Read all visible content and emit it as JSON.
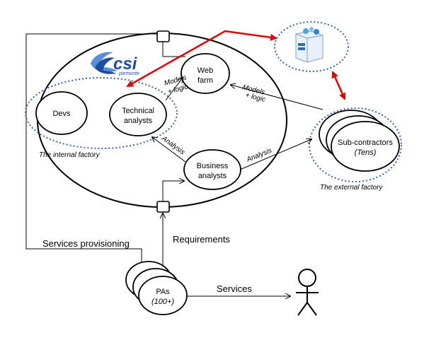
{
  "logo": {
    "brand": "csi",
    "sub": "piemonte",
    "colors": {
      "brand": "#1f4e9c",
      "accent": "#5b8fd9"
    }
  },
  "nodes": {
    "web_farm": [
      "Web",
      "farm"
    ],
    "devs": "Devs",
    "technical_analysts": [
      "Technical",
      "analysts"
    ],
    "business_analysts": [
      "Business",
      "analysts"
    ],
    "sub_contractors": [
      "Sub-contractors",
      "(Tens)"
    ],
    "pas": [
      "PAs",
      "(100+)"
    ]
  },
  "labels": {
    "internal_factory": "The internal factory",
    "external_factory": "The external factory",
    "services_provisioning": "Services provisioning",
    "requirements": "Requirements",
    "services": "Services"
  },
  "edges": {
    "models_logic_internal": [
      "Models",
      "+ logic"
    ],
    "models_logic_external": [
      "Models",
      "+ logic"
    ],
    "analysis_internal": "Analysis",
    "analysis_external": "Analysis"
  },
  "colors": {
    "arrow_red": "#e00000",
    "dotted_blue": "#3a64a8",
    "line": "#000000"
  }
}
